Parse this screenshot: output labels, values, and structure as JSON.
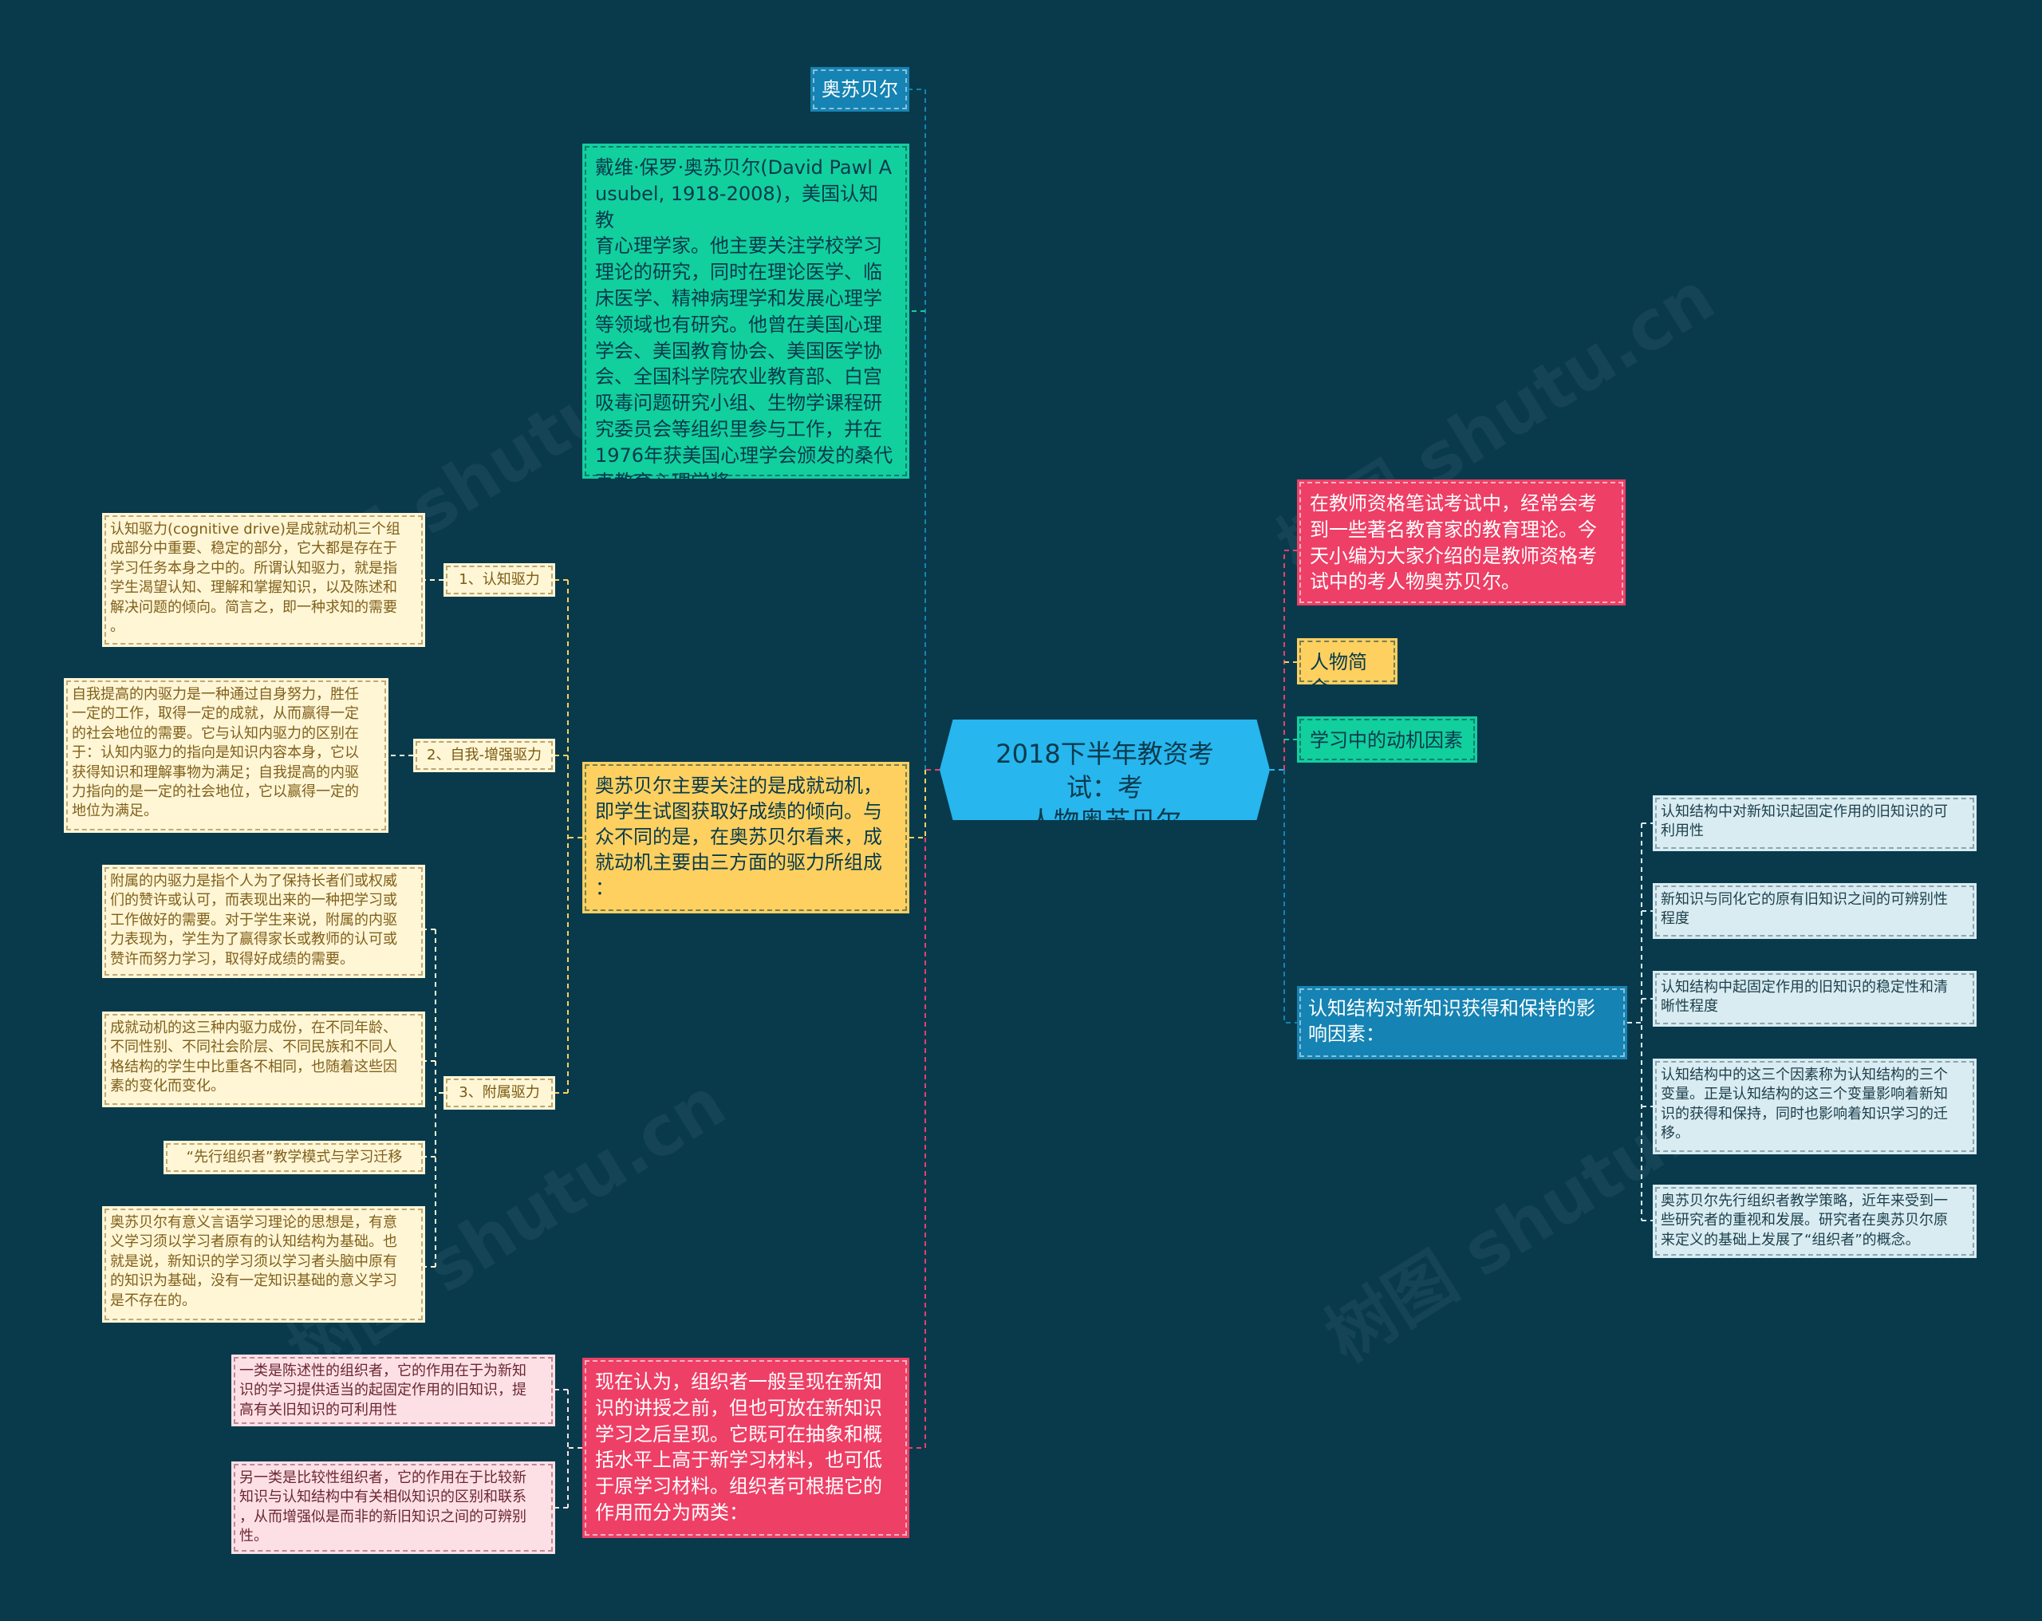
{
  "center": {
    "title": "2018下半年教资考试：考\n人物奥苏贝尔"
  },
  "left": {
    "ausubel_label": "奥苏贝尔",
    "bio": "戴维·保罗·奥苏贝尔(David Pawl A\nusubel, 1918-2008)，美国认知教\n育心理学家。他主要关注学校学习\n理论的研究，同时在理论医学、临\n床医学、精神病理学和发展心理学\n等领域也有研究。他曾在美国心理\n学会、美国教育协会、美国医学协\n会、全国科学院农业教育部、白宫\n吸毒问题研究小组、生物学课程研\n究委员会等组织里参与工作，并在\n1976年获美国心理学会颁发的桑代\n克教育心理学奖。",
    "motivation": "奥苏贝尔主要关注的是成就动机，\n即学生试图获取好成绩的倾向。与\n众不同的是，在奥苏贝尔看来，成\n就动机主要由三方面的驱力所组成\n：",
    "drives": [
      {
        "label": "1、认知驱力",
        "detail": "认知驱力(cognitive drive)是成就动机三个组\n成部分中重要、稳定的部分，它大都是存在于\n学习任务本身之中的。所谓认知驱力，就是指\n学生渴望认知、理解和掌握知识，以及陈述和\n解决问题的倾向。简言之，即一种求知的需要\n。"
      },
      {
        "label": "2、自我-增强驱力",
        "detail": "自我提高的内驱力是一种通过自身努力，胜任\n一定的工作，取得一定的成就，从而赢得一定\n的社会地位的需要。它与认知内驱力的区别在\n于：认知内驱力的指向是知识内容本身，它以\n获得知识和理解事物为满足；自我提高的内驱\n力指向的是一定的社会地位，它以赢得一定的\n地位为满足。"
      },
      {
        "label": "3、附属驱力",
        "details": [
          "附属的内驱力是指个人为了保持长者们或权威\n们的赞许或认可，而表现出来的一种把学习或\n工作做好的需要。对于学生来说，附属的内驱\n力表现为，学生为了赢得家长或教师的认可或\n赞许而努力学习，取得好成绩的需要。",
          "成就动机的这三种内驱力成份，在不同年龄、\n不同性别、不同社会阶层、不同民族和不同人\n格结构的学生中比重各不相同，也随着这些因\n素的变化而变化。",
          "“先行组织者”教学模式与学习迁移",
          "奥苏贝尔有意义言语学习理论的思想是，有意\n义学习须以学习者原有的认知结构为基础。也\n就是说，新知识的学习须以学习者头脑中原有\n的知识为基础，没有一定知识基础的意义学习\n是不存在的。"
        ]
      }
    ],
    "organizer": "现在认为，组织者一般呈现在新知\n识的讲授之前，但也可放在新知识\n学习之后呈现。它既可在抽象和概\n括水平上高于新学习材料，也可低\n于原学习材料。组织者可根据它的\n作用而分为两类：",
    "organizer_types": [
      "一类是陈述性的组织者，它的作用在于为新知\n识的学习提供适当的起固定作用的旧知识，提\n高有关旧知识的可利用性",
      "另一类是比较性组织者，它的作用在于比较新\n知识与认知结构中有关相似知识的区别和联系\n，从而增强似是而非的新旧知识之间的可辨别\n性。"
    ]
  },
  "right": {
    "intro": "在教师资格笔试考试中，经常会考\n到一些著名教育家的教育理论。今\n天小编为大家介绍的是教师资格考\n试中的考人物奥苏贝尔。",
    "profile": "人物简介",
    "motivation_factor": "学习中的动机因素",
    "structure": "认知结构对新知识获得和保持的影\n响因素：",
    "structure_items": [
      "认知结构中对新知识起固定作用的旧知识的可\n利用性",
      "新知识与同化它的原有旧知识之间的可辨别性\n程度",
      "认知结构中起固定作用的旧知识的稳定性和清\n晰性程度",
      "认知结构中的这三个因素称为认知结构的三个\n变量。正是认知结构的这三个变量影响着新知\n识的获得和保持，同时也影响着知识学习的迁\n移。",
      "奥苏贝尔先行组织者教学策略，近年来受到一\n些研究者的重视和发展。研究者在奥苏贝尔原\n来定义的基础上发展了“组织者”的概念。"
    ]
  },
  "colors": {
    "background": "#083a4c",
    "center": "#27b6ee",
    "teal": "#12cf9e",
    "yellow": "#fdd060",
    "pink": "#ee3f66",
    "blue": "#1583b3",
    "cream": "#fff6d6",
    "light_pink": "#fde0e6",
    "light_blue": "#d8ecf2"
  }
}
